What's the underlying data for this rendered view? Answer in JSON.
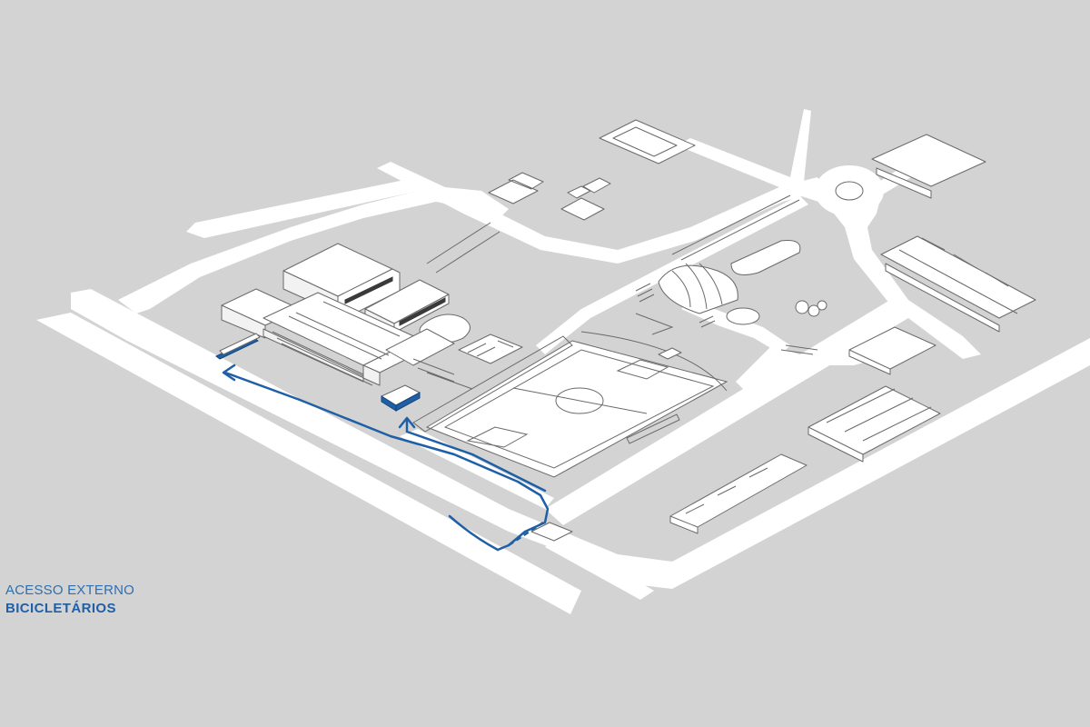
{
  "legend": {
    "title": "ACESSO EXTERNO",
    "subtitle": "BICICLETÁRIOS"
  },
  "colors": {
    "background": "#d3d3d3",
    "road": "#ffffff",
    "building_stroke": "#6a6a6a",
    "route": "#1f5fa6",
    "legend_text": "#2f6fae",
    "bike_parking_fill": "#1f5fa6"
  },
  "icons": {
    "route_arrow": "arrowhead"
  }
}
